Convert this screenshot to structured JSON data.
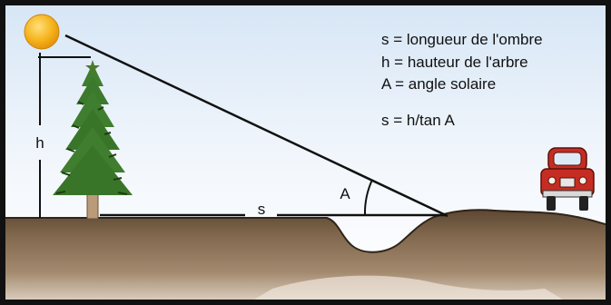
{
  "legend": {
    "s_def": "s = longueur de l'ombre",
    "h_def": "h = hauteur de l'arbre",
    "a_def": "A = angle solaire",
    "formula": "s = h/tan A"
  },
  "labels": {
    "h": "h",
    "s": "s",
    "angle": "A"
  },
  "colors": {
    "frame": "#111111",
    "sky": "#eef4fb",
    "ground": "#7a6148",
    "ground_dark": "#5e4935",
    "sun": "#f5b21a",
    "tree": "#3f7d2f",
    "trunk": "#b99b7a",
    "car": "#c62d22"
  }
}
